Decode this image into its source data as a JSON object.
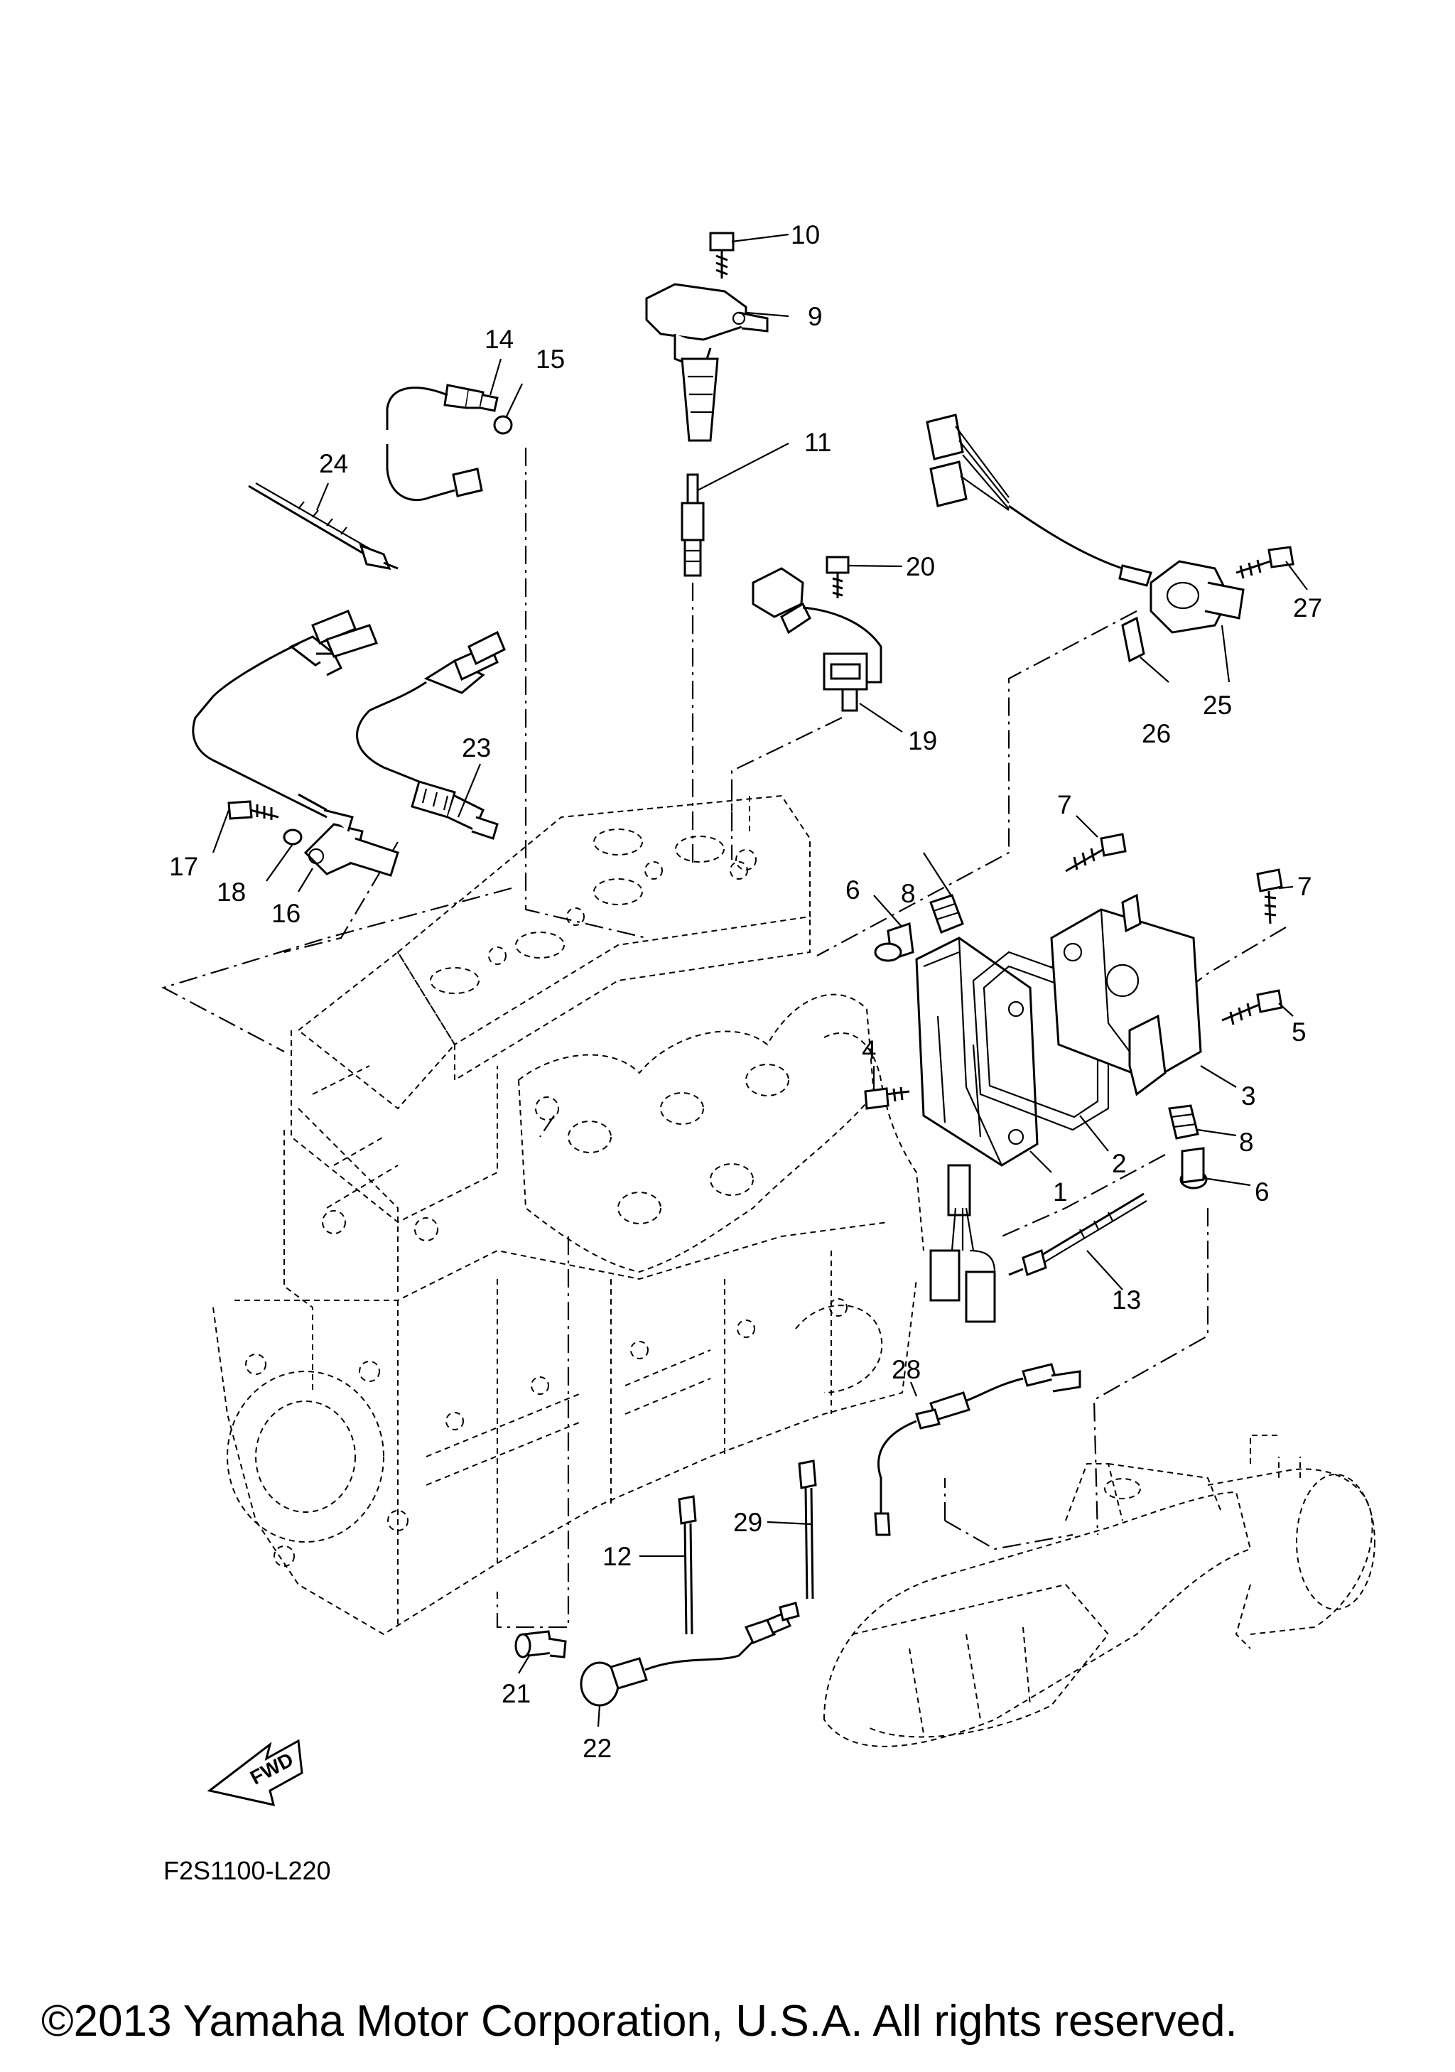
{
  "diagram_code": "F2S1100-L220",
  "copyright": "©2013 Yamaha Motor Corporation, U.S.A. All rights reserved.",
  "fwd_label": "FWD",
  "callouts": [
    {
      "id": "c1",
      "text": "1"
    },
    {
      "id": "c2",
      "text": "2"
    },
    {
      "id": "c3",
      "text": "3"
    },
    {
      "id": "c4",
      "text": "4"
    },
    {
      "id": "c5",
      "text": "5"
    },
    {
      "id": "c6a",
      "text": "6"
    },
    {
      "id": "c6b",
      "text": "6"
    },
    {
      "id": "c7a",
      "text": "7"
    },
    {
      "id": "c7b",
      "text": "7"
    },
    {
      "id": "c8a",
      "text": "8"
    },
    {
      "id": "c8b",
      "text": "8"
    },
    {
      "id": "c9",
      "text": "9"
    },
    {
      "id": "c10",
      "text": "10"
    },
    {
      "id": "c11",
      "text": "11"
    },
    {
      "id": "c12",
      "text": "12"
    },
    {
      "id": "c13",
      "text": "13"
    },
    {
      "id": "c14",
      "text": "14"
    },
    {
      "id": "c15",
      "text": "15"
    },
    {
      "id": "c16",
      "text": "16"
    },
    {
      "id": "c17",
      "text": "17"
    },
    {
      "id": "c18",
      "text": "18"
    },
    {
      "id": "c19",
      "text": "19"
    },
    {
      "id": "c20",
      "text": "20"
    },
    {
      "id": "c21",
      "text": "21"
    },
    {
      "id": "c22",
      "text": "22"
    },
    {
      "id": "c23",
      "text": "23"
    },
    {
      "id": "c24",
      "text": "24"
    },
    {
      "id": "c25",
      "text": "25"
    },
    {
      "id": "c26",
      "text": "26"
    },
    {
      "id": "c27",
      "text": "27"
    },
    {
      "id": "c28",
      "text": "28"
    },
    {
      "id": "c29",
      "text": "29"
    }
  ]
}
